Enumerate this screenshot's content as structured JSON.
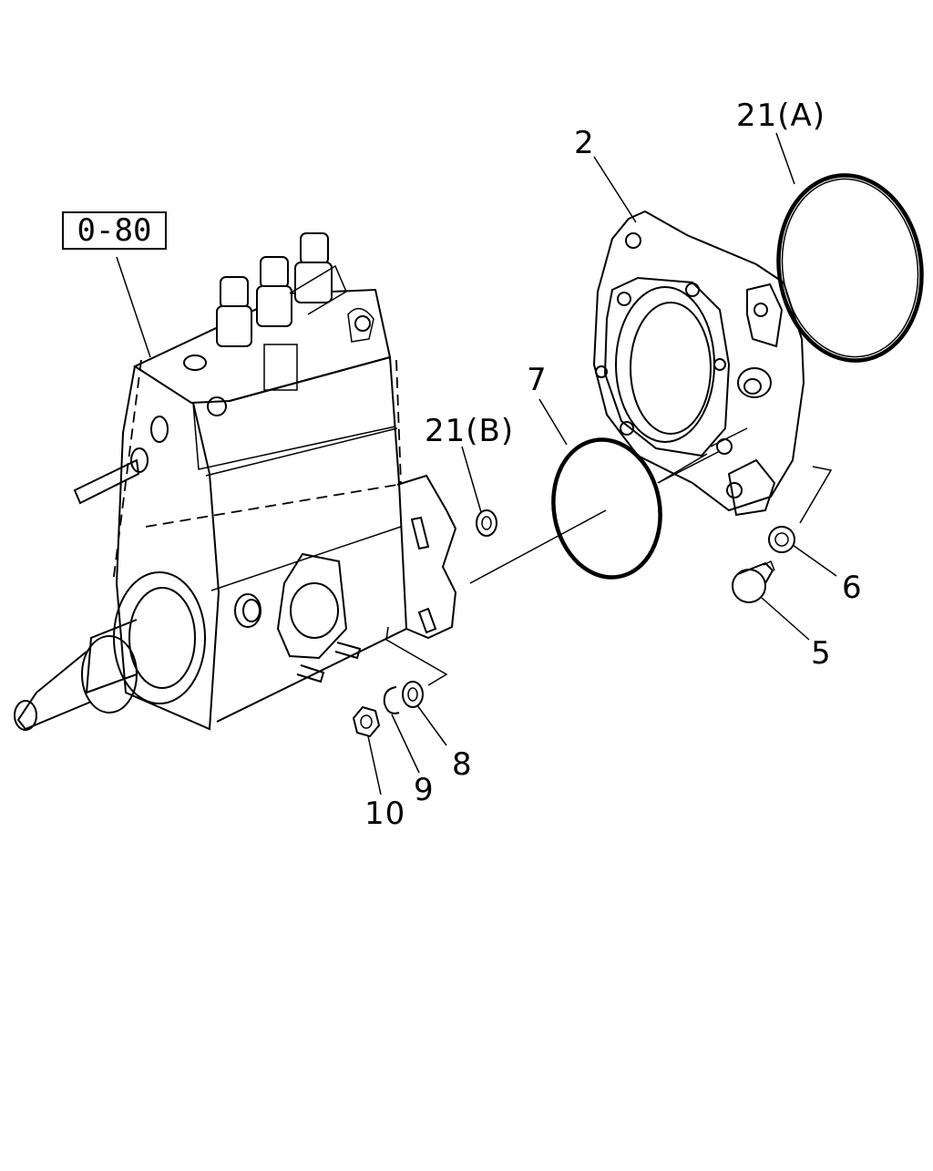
{
  "reference_box": "0-80",
  "callouts": {
    "p2": "2",
    "p21a": "21(A)",
    "p21b": "21(B)",
    "p7": "7",
    "p6": "6",
    "p5": "5",
    "p8": "8",
    "p9": "9",
    "p10": "10"
  }
}
